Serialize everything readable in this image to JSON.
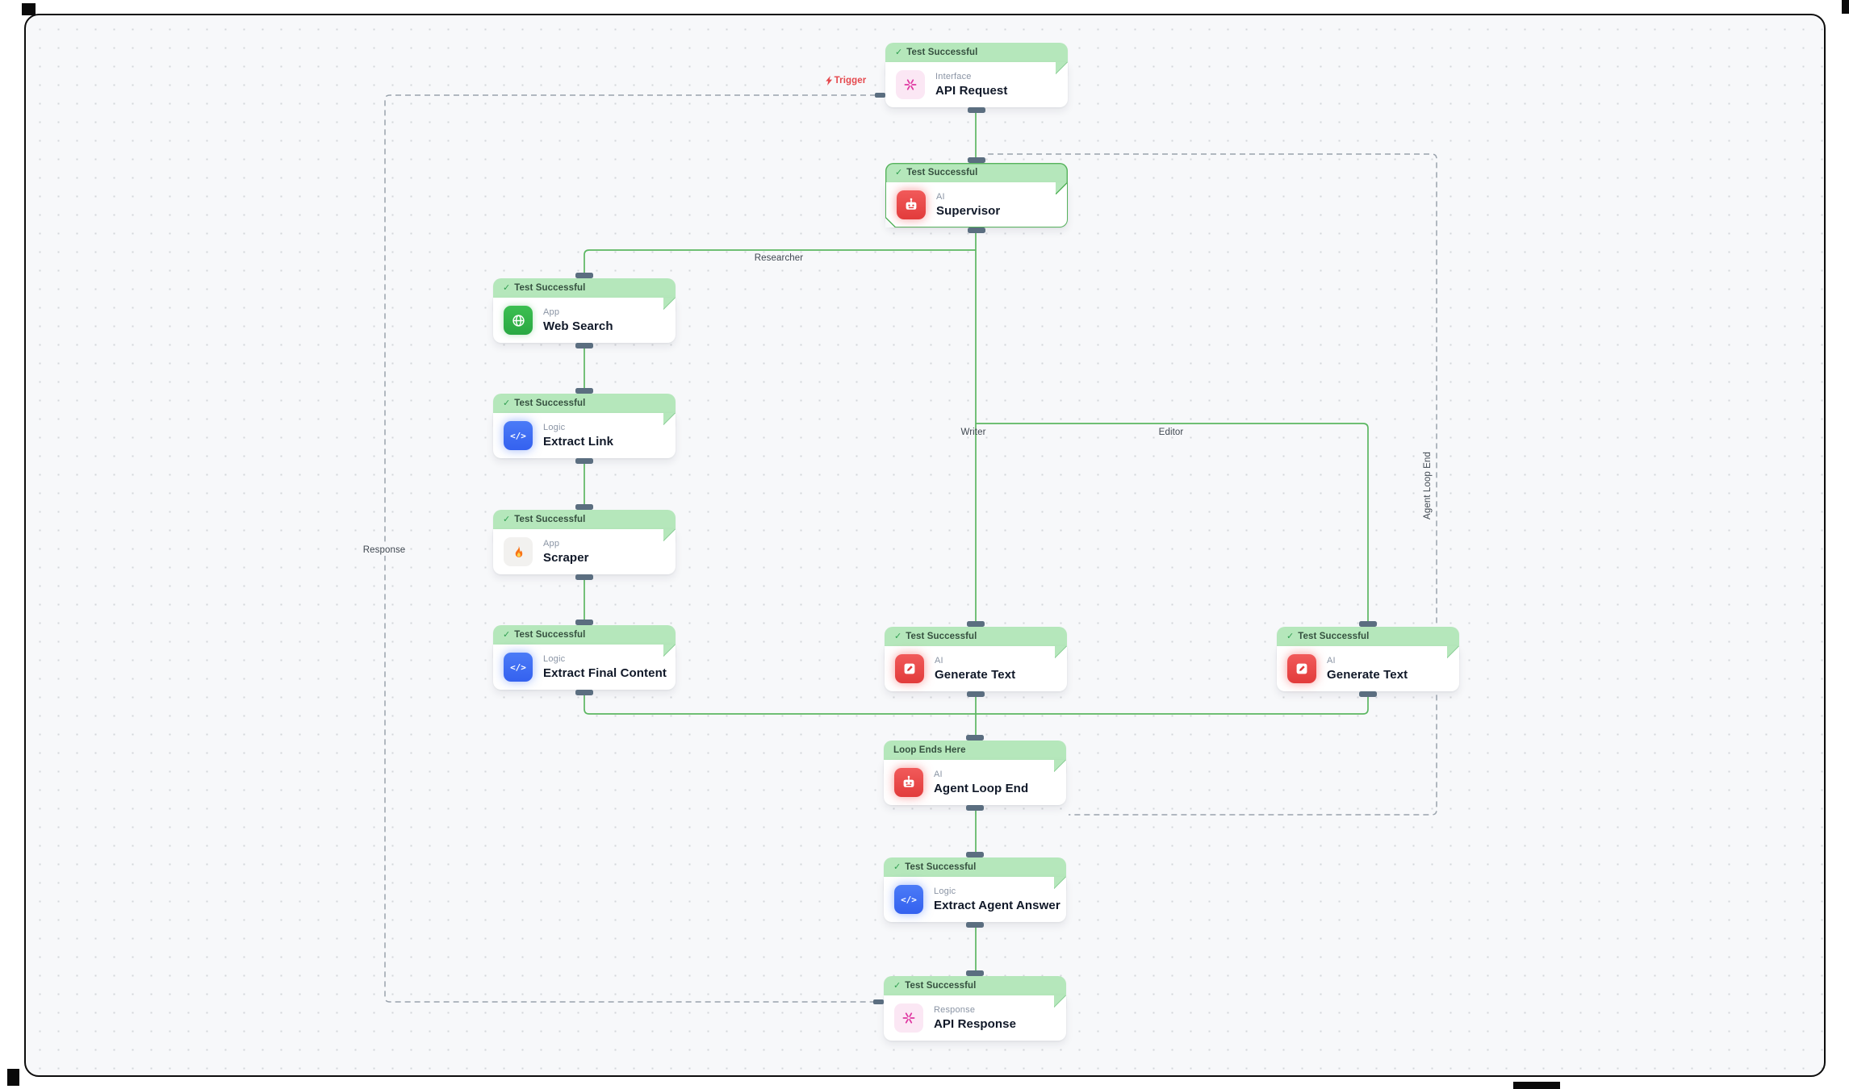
{
  "canvas": {
    "background": "#f7f8fa",
    "dot_color": "#d3d6da",
    "frame_border_color": "#0c0c0c"
  },
  "colors": {
    "connection_green": "#5cb762",
    "dashed_gray": "#9aa3ad",
    "header_green": "#b5e7bb",
    "header_text": "#35503f",
    "check_green": "#2f9e50",
    "connector_stub": "#5b6e80",
    "trigger_red": "#e5484d",
    "ai_red": "#e23b3b",
    "logic_blue": "#3b6ef6",
    "app_green": "#2fb344",
    "interface_pink": "#df34a0",
    "scraper_orange": "#f97316",
    "selected_border_green": "#56b25c"
  },
  "nodes": [
    {
      "id": "api-request",
      "badge": "Test Successful",
      "badge_check": true,
      "type_label": "Interface",
      "title": "API Request",
      "icon": "spark"
    },
    {
      "id": "supervisor",
      "badge": "Test Successful",
      "badge_check": true,
      "type_label": "AI",
      "title": "Supervisor",
      "icon": "robot",
      "selected": true
    },
    {
      "id": "web-search",
      "badge": "Test Successful",
      "badge_check": true,
      "type_label": "App",
      "title": "Web Search",
      "icon": "globe"
    },
    {
      "id": "extract-link",
      "badge": "Test Successful",
      "badge_check": true,
      "type_label": "Logic",
      "title": "Extract Link",
      "icon": "code"
    },
    {
      "id": "scraper",
      "badge": "Test Successful",
      "badge_check": true,
      "type_label": "App",
      "title": "Scraper",
      "icon": "flame"
    },
    {
      "id": "extract-final-content",
      "badge": "Test Successful",
      "badge_check": true,
      "type_label": "Logic",
      "title": "Extract Final Content",
      "icon": "code"
    },
    {
      "id": "generate-text-writer",
      "badge": "Test Successful",
      "badge_check": true,
      "type_label": "AI",
      "title": "Generate Text",
      "icon": "pencil"
    },
    {
      "id": "generate-text-editor",
      "badge": "Test Successful",
      "badge_check": true,
      "type_label": "AI",
      "title": "Generate Text",
      "icon": "pencil"
    },
    {
      "id": "agent-loop-end",
      "badge": "Loop Ends Here",
      "badge_check": false,
      "type_label": "AI",
      "title": "Agent Loop End",
      "icon": "robot"
    },
    {
      "id": "extract-agent-answer",
      "badge": "Test Successful",
      "badge_check": true,
      "type_label": "Logic",
      "title": "Extract Agent Answer",
      "icon": "code"
    },
    {
      "id": "api-response",
      "badge": "Test Successful",
      "badge_check": true,
      "type_label": "Response",
      "title": "API Response",
      "icon": "spark"
    }
  ],
  "edge_labels": {
    "trigger": "Trigger",
    "researcher": "Researcher",
    "writer": "Writer",
    "editor": "Editor",
    "response": "Response",
    "agent_loop_end": "Agent Loop End"
  }
}
